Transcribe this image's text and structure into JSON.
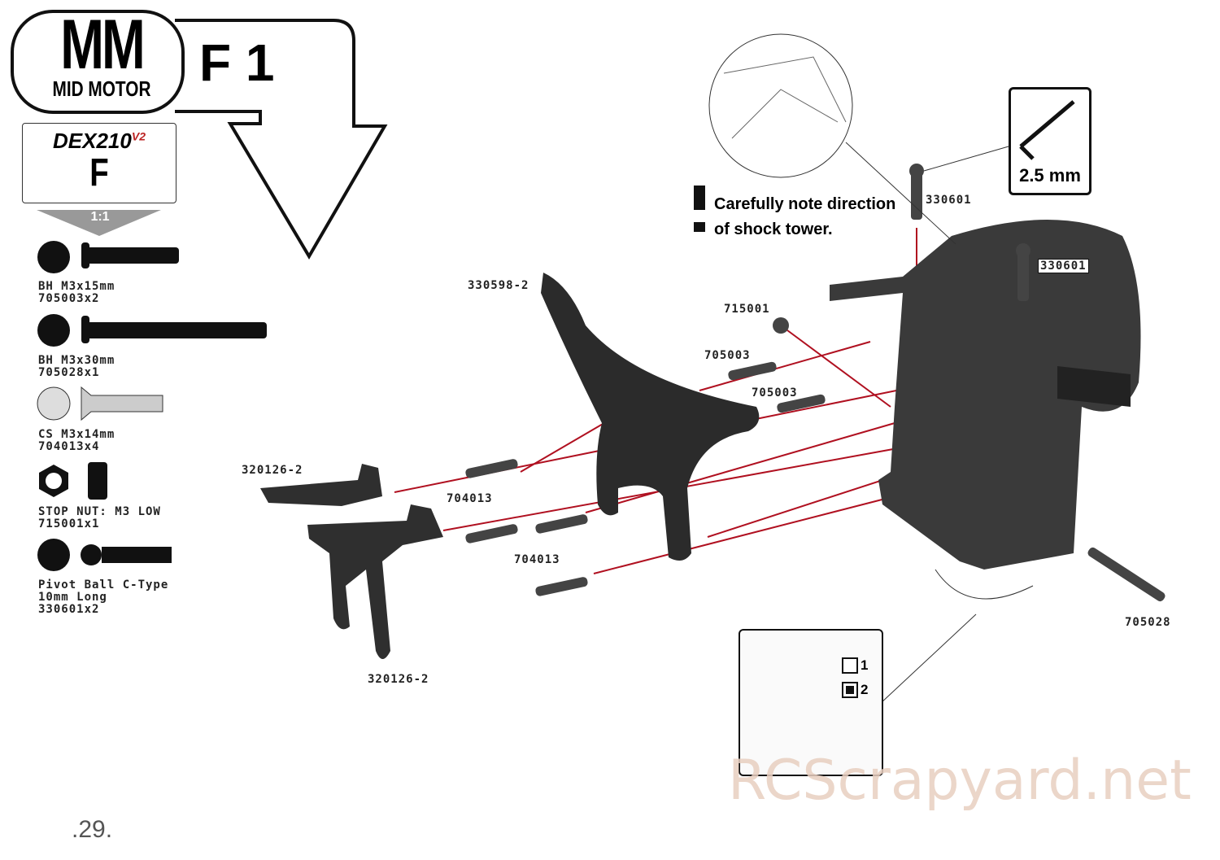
{
  "header": {
    "brand_big": "MM",
    "brand_sub": "MID MOTOR",
    "step": "F 1",
    "model_logo": "DEX210",
    "model_version": "V2",
    "bag": "F",
    "scale": "1:1"
  },
  "parts_list": [
    {
      "name": "BH M3x15mm",
      "code": "705003x2"
    },
    {
      "name": "BH M3x30mm",
      "code": "705028x1"
    },
    {
      "name": "CS M3x14mm",
      "code": "704013x4"
    },
    {
      "name": "STOP NUT: M3 LOW",
      "code": "715001x1"
    },
    {
      "name": "Pivot Ball C-Type\n10mm Long",
      "code": "330601x2"
    }
  ],
  "note": {
    "line1": "Carefully note direction",
    "line2": "of shock tower."
  },
  "tool": {
    "label": "2.5 mm"
  },
  "labels": {
    "ball_top": "330601",
    "ball_mid": "330601",
    "tower": "330598-2",
    "nut": "715001",
    "screw_a": "705003",
    "screw_b": "705003",
    "arm_top": "320126-2",
    "cs_a": "704013",
    "cs_b": "704013",
    "arm_bottom": "320126-2",
    "long_screw": "705028"
  },
  "inset": {
    "opt1": "1",
    "opt2": "2"
  },
  "footer": {
    "page": ".29.",
    "watermark": "RCScrapyard.net"
  }
}
